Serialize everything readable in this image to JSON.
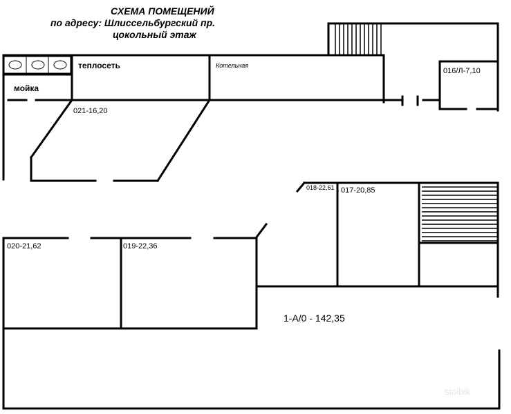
{
  "header": {
    "line1": "СХЕМА ПОМЕЩЕНИЙ",
    "line2": "по адресу: Шлиссельбургский пр.",
    "line3": "цокольный этаж"
  },
  "rooms": {
    "moyka": "мойка",
    "teploset": "теплосеть",
    "kotelnaya": "Котельная",
    "r016": "016/Л-7,10",
    "r021": "021-16,20",
    "r018": "018-22,61",
    "r017": "017-20,85",
    "r020": "020-21,62",
    "r019": "019-22,36",
    "main": "1-А/0 - 142,35"
  },
  "watermark": "stolbik"
}
